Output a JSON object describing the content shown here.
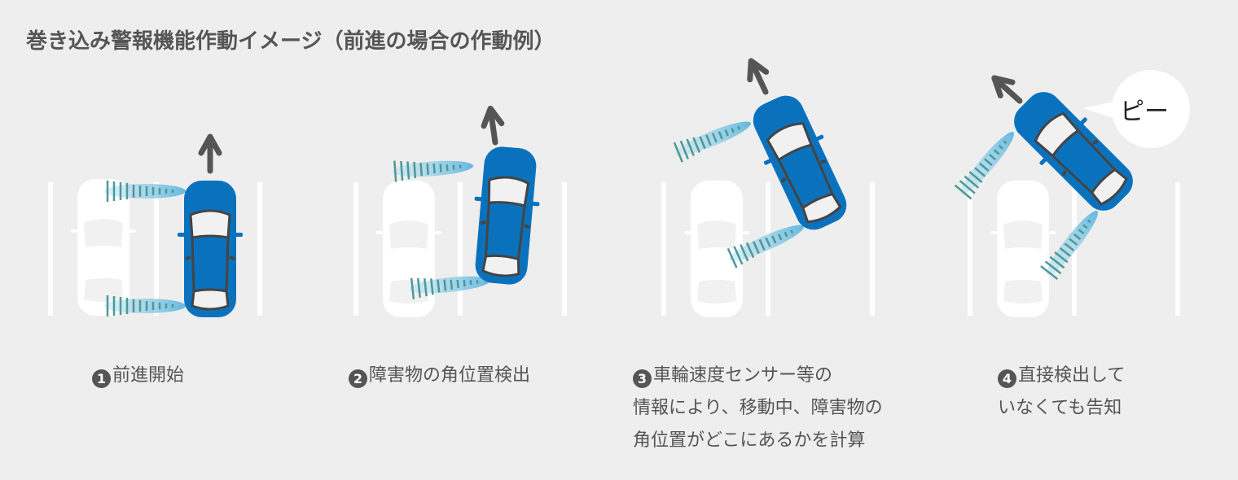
{
  "title": "巻き込み警報機能作動イメージ（前進の場合の作動例）",
  "colors": {
    "background": "#eeeeee",
    "ego_car": "#0a72bd",
    "parked_car": "#ffffff",
    "arrow": "#555555",
    "sensor_beam": "#5fb6df",
    "sensor_ticks": "#4a9a96",
    "text": "#555555"
  },
  "speech_bubble": {
    "text": "ピー"
  },
  "steps": [
    {
      "number": "1",
      "lines": [
        "前進開始"
      ]
    },
    {
      "number": "2",
      "lines": [
        "障害物の角位置検出"
      ]
    },
    {
      "number": "3",
      "lines": [
        "車輪速度センサー等の",
        "情報により、移動中、障害物の",
        "角位置がどこにあるかを計算"
      ]
    },
    {
      "number": "4",
      "lines": [
        "直接検出して",
        "いなくても告知"
      ]
    }
  ]
}
